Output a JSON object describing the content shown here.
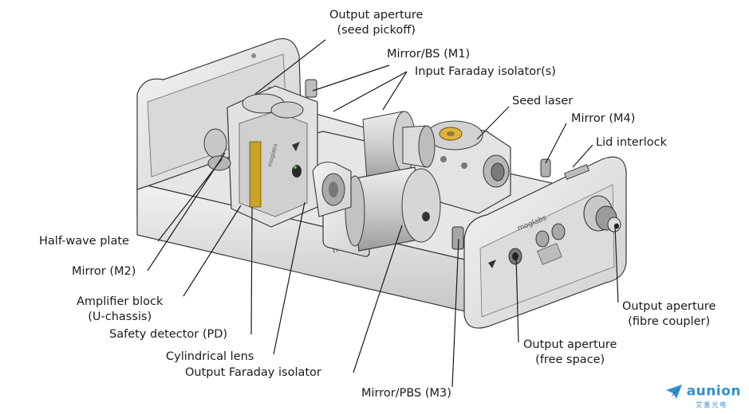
{
  "labels": {
    "output_aperture_seed": [
      "Output aperture",
      "(seed pickoff)"
    ],
    "mirror_bs_m1": "Mirror/BS (M1)",
    "input_faraday": "Input Faraday isolator(s)",
    "seed_laser": "Seed laser",
    "mirror_m4": "Mirror (M4)",
    "lid_interlock": "Lid interlock",
    "half_wave_plate": "Half-wave plate",
    "mirror_m2": "Mirror (M2)",
    "amplifier_block": [
      "Amplifier block",
      "(U-chassis)"
    ],
    "safety_detector": "Safety detector (PD)",
    "cylindrical_lens": "Cylindrical lens",
    "output_faraday": "Output Faraday isolator",
    "mirror_pbs_m3": "Mirror/PBS (M3)",
    "output_aperture_fibre": [
      "Output aperture",
      "(fibre coupler)"
    ],
    "output_aperture_free": [
      "Output aperture",
      "(free space)"
    ]
  },
  "engraving": {
    "brand": "moglabs"
  },
  "watermark": {
    "text": "aunion",
    "subtext": "艾量光电"
  },
  "colors": {
    "metal_light": "#e9e9e9",
    "metal_mid": "#c9c9c9",
    "metal_dark": "#8e8e8e",
    "outline": "#3a3a3a",
    "gold_stripe": "#c9a227",
    "seed_yellow": "#e0b43a",
    "watermark_blue": "#2f8fd6"
  }
}
